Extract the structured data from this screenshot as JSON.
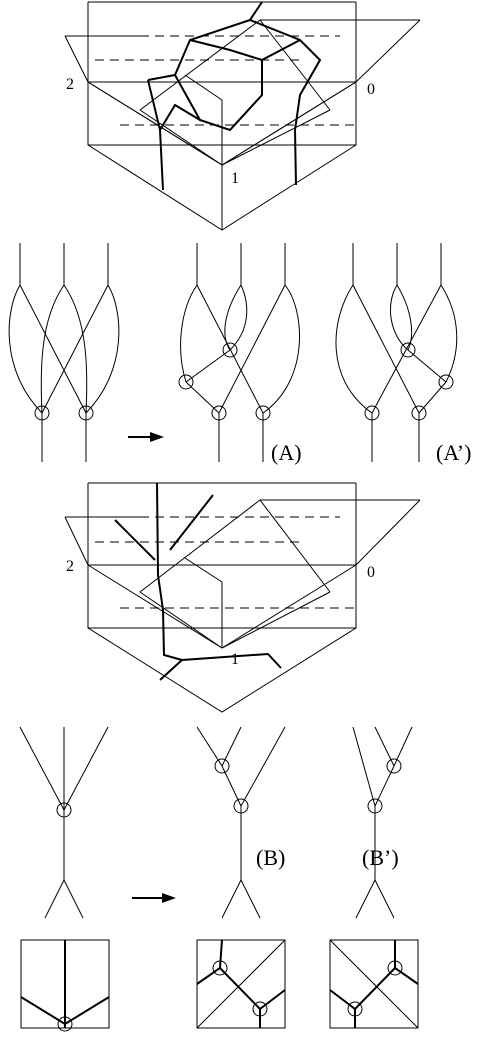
{
  "figure_top": {
    "corner_labels": [
      "2",
      "0",
      "1"
    ]
  },
  "panel_A": {
    "label_A": "(A)",
    "label_A_prime": "(A’)"
  },
  "figure_bottom": {
    "corner_labels": [
      "2",
      "0",
      "1"
    ]
  },
  "panel_B": {
    "label_B": "(B)",
    "label_B_prime": "(B’)"
  },
  "colors": {
    "ink": "#000000",
    "background": "#ffffff"
  }
}
